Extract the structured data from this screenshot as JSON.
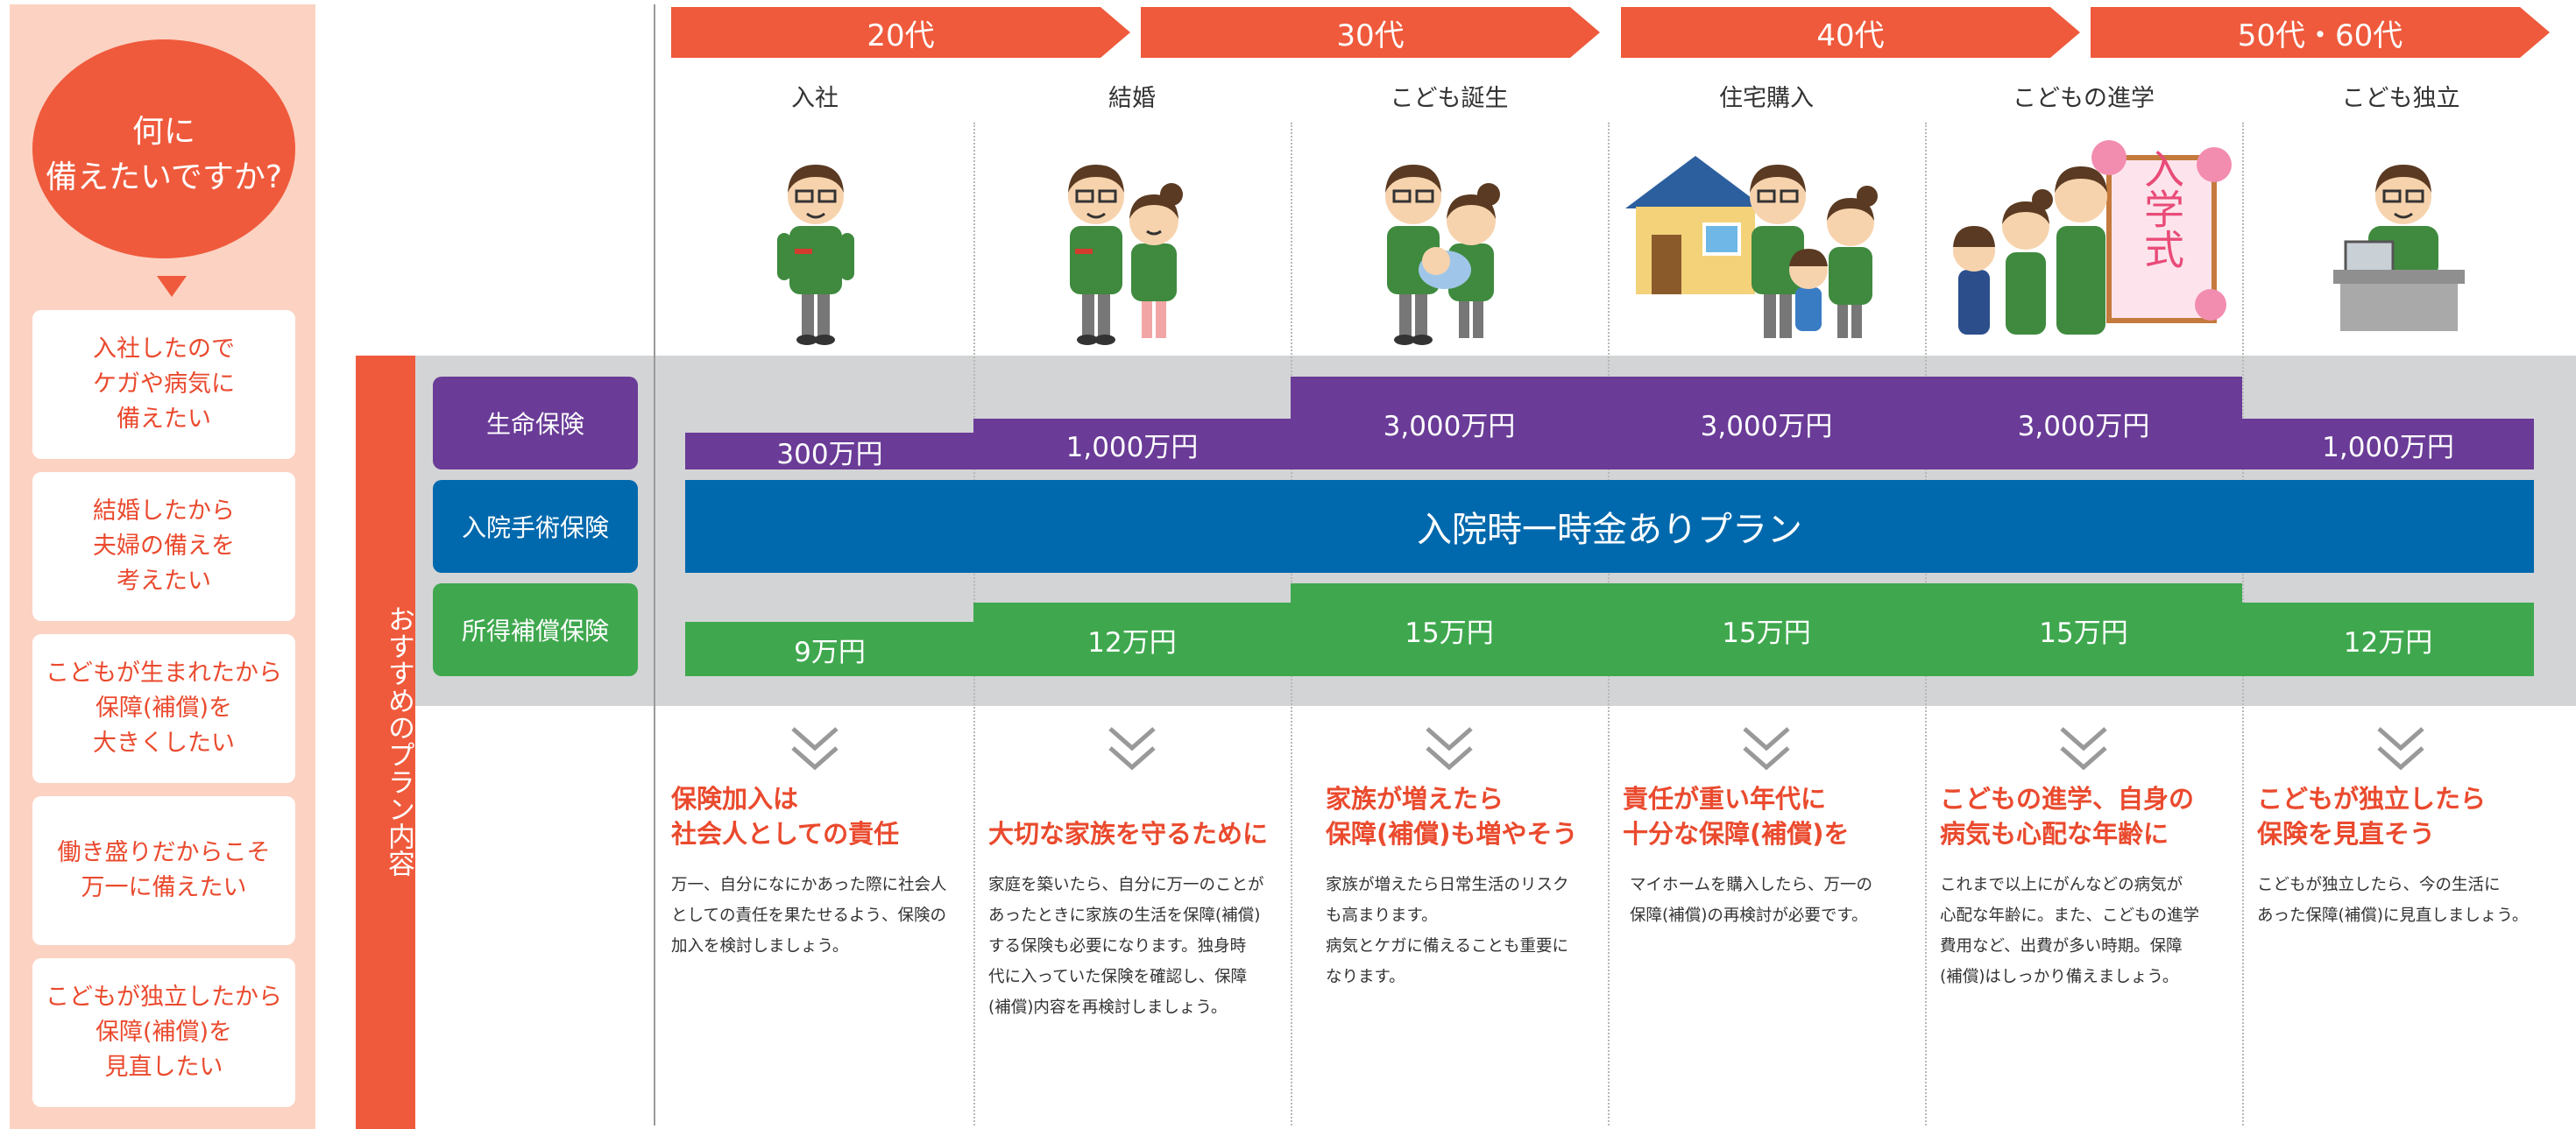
{
  "colors": {
    "accent_orange": "#ef5a3c",
    "question_text": "#ea4a2e",
    "sidebar_bg": "#fcd2c2",
    "life_purple": "#6a3b97",
    "hospital_blue": "#0069ad",
    "income_green": "#3fa84e",
    "band_gray": "#d3d4d6"
  },
  "sidebar": {
    "question": "何に\n備えたいですか?",
    "items": [
      "入社したので\nケガや病気に\n備えたい",
      "結婚したから\n夫婦の備えを\n考えたい",
      "こどもが生まれたから\n保障(補償)を\n大きくしたい",
      "働き盛りだからこそ\n万一に備えたい",
      "こどもが独立したから\n保障(補償)を\n見直したい"
    ]
  },
  "plan_label": "おすすめのプラン内容",
  "ages": [
    "20代",
    "30代",
    "40代",
    "50代・60代"
  ],
  "events": [
    "入社",
    "結婚",
    "こども誕生",
    "住宅購入",
    "こどもの進学",
    "こども独立"
  ],
  "illustrations": [
    "new-employee-illustration",
    "married-couple-illustration",
    "couple-with-baby-illustration",
    "family-with-house-illustration",
    "school-entrance-family-illustration",
    "man-at-desk-illustration"
  ],
  "ceremony_sign": "入学式",
  "categories": {
    "life": "生命保険",
    "hospital": "入院手術保険",
    "income": "所得補償保険"
  },
  "life_bars": [
    {
      "label": "300万円",
      "value_man_yen": 300
    },
    {
      "label": "1,000万円",
      "value_man_yen": 1000
    },
    {
      "label": "3,000万円",
      "value_man_yen": 3000
    },
    {
      "label": "3,000万円",
      "value_man_yen": 3000
    },
    {
      "label": "3,000万円",
      "value_man_yen": 3000
    },
    {
      "label": "1,000万円",
      "value_man_yen": 1000
    }
  ],
  "hospital_plan": "入院時一時金ありプラン",
  "income_bars": [
    {
      "label": "9万円",
      "value_man_yen": 9
    },
    {
      "label": "12万円",
      "value_man_yen": 12
    },
    {
      "label": "15万円",
      "value_man_yen": 15
    },
    {
      "label": "15万円",
      "value_man_yen": 15
    },
    {
      "label": "15万円",
      "value_man_yen": 15
    },
    {
      "label": "12万円",
      "value_man_yen": 12
    }
  ],
  "advice": [
    {
      "title": "保険加入は\n社会人としての責任",
      "body": [
        "万一、自分になにかあった際に社会人",
        "としての責任を果たせるよう、保険の",
        "加入を検討しましょう。"
      ]
    },
    {
      "title": "大切な家族を守るために",
      "body": [
        "家庭を築いたら、自分に万一のことが",
        "あったときに家族の生活を保障(補償)",
        "する保険も必要になります。独身時",
        "代に入っていた保険を確認し、保障",
        "(補償)内容を再検討しましょう。"
      ]
    },
    {
      "title": "家族が増えたら\n保障(補償)も増やそう",
      "body": [
        "家族が増えたら日常生活のリスク",
        "も高まります。",
        "病気とケガに備えることも重要に",
        "なります。"
      ]
    },
    {
      "title": "責任が重い年代に\n十分な保障(補償)を",
      "body": [
        "マイホームを購入したら、万一の",
        "保障(補償)の再検討が必要です。"
      ]
    },
    {
      "title": "こどもの進学、自身の\n病気も心配な年齢に",
      "body": [
        "これまで以上にがんなどの病気が",
        "心配な年齢に。また、こどもの進学",
        "費用など、出費が多い時期。保障",
        "(補償)はしっかり備えましょう。"
      ]
    },
    {
      "title": "こどもが独立したら\n保険を見直そう",
      "body": [
        "こどもが独立したら、今の生活に",
        "あった保障(補償)に見直しましょう。"
      ]
    }
  ]
}
